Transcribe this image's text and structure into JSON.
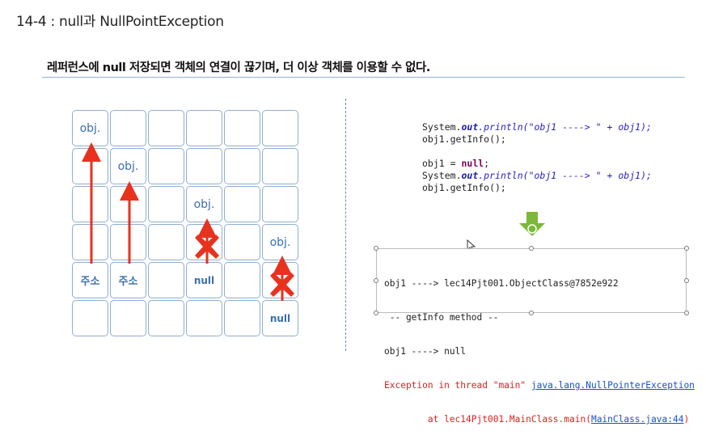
{
  "slide": {
    "title": "14-4 : null과 NullPointException",
    "headline": "레퍼런스에 null 저장되면 객체의 연결이 끊기며, 더 이상 객체를 이용할 수 없다."
  },
  "grid": {
    "obj_label": "obj.",
    "addr_label": "주소",
    "null_label": "null"
  },
  "code": {
    "line1": {
      "prefix": "System.",
      "static": "out",
      "method": ".println(",
      "str": "\"obj1 ----> \"",
      "plus": " + ",
      "var": "obj1",
      "end": ");"
    },
    "line2": "obj1.getInfo();",
    "line3": {
      "prefix": "obj1 = ",
      "kw": "null",
      "end": ";"
    },
    "line4": {
      "prefix": "System.",
      "static": "out",
      "method": ".println(",
      "str": "\"obj1 ----> \"",
      "plus": " + ",
      "var": "obj1",
      "end": ");"
    },
    "line5": "obj1.getInfo();"
  },
  "console": {
    "line1": "obj1 ----> lec14Pjt001.ObjectClass@7852e922",
    "line2": " -- getInfo method --",
    "line3": "obj1 ----> null",
    "line4_prefix": "Exception in thread \"main\" ",
    "line4_link": "java.lang.NullPointerException",
    "line5_prefix": "        at lec14Pjt001.MainClass.main(",
    "line5_link": "MainClass.java:44",
    "line5_suffix": ")"
  },
  "colors": {
    "accent": "#3a6fae",
    "arrow": "#e8321e",
    "error": "#e02020",
    "link": "#1a4fcc",
    "down_arrow": "#7cb83a"
  }
}
